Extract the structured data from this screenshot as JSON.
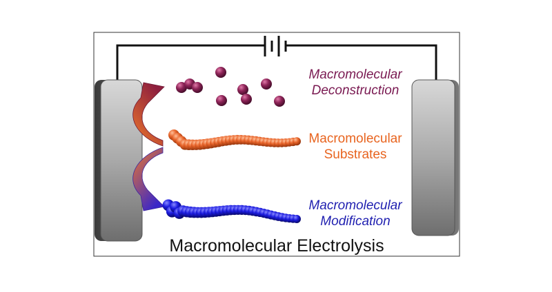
{
  "title": "Macromolecular Electrolysis",
  "labels": {
    "deconstruction": {
      "line1": "Macromolecular",
      "line2": "Deconstruction",
      "color": "#7a1a52"
    },
    "substrates": {
      "line1": "Macromolecular",
      "line2": "Substrates",
      "color": "#e8641f"
    },
    "modification": {
      "line1": "Macromolecular",
      "line2": "Modification",
      "color": "#1f1fb0"
    }
  },
  "colors": {
    "deconstruction_bead": "#8e2458",
    "substrate_bead": "#e8642a",
    "modification_bead": "#1c1ce0",
    "electrode": "#9a9a9a",
    "wire": "#111111"
  },
  "icons": [
    "battery-icon",
    "left-electrode",
    "right-electrode",
    "deconstruction-arrow",
    "modification-arrow"
  ]
}
